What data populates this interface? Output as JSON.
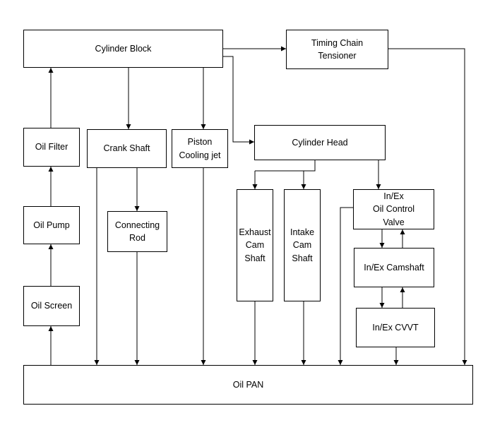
{
  "boxes": {
    "cylinder_block": "Cylinder Block",
    "timing_chain_tensioner": "Timing Chain\nTensioner",
    "oil_filter": "Oil Filter",
    "crank_shaft": "Crank Shaft",
    "piston_cooling_jet": "Piston\nCooling jet",
    "cylinder_head": "Cylinder Head",
    "connecting_rod": "Connecting\nRod",
    "oil_pump": "Oil Pump",
    "exhaust_cam_shaft": "Exhaust\nCam\nShaft",
    "intake_cam_shaft": "Intake\nCam\nShaft",
    "oil_control_valve": "In/Ex\nOil Control\nValve",
    "camshaft": "In/Ex Camshaft",
    "oil_screen": "Oil Screen",
    "cvvt": "In/Ex CVVT",
    "oil_pan": "Oil PAN"
  },
  "colors": {
    "line": "#000000",
    "box_fill": "#ffffff"
  }
}
